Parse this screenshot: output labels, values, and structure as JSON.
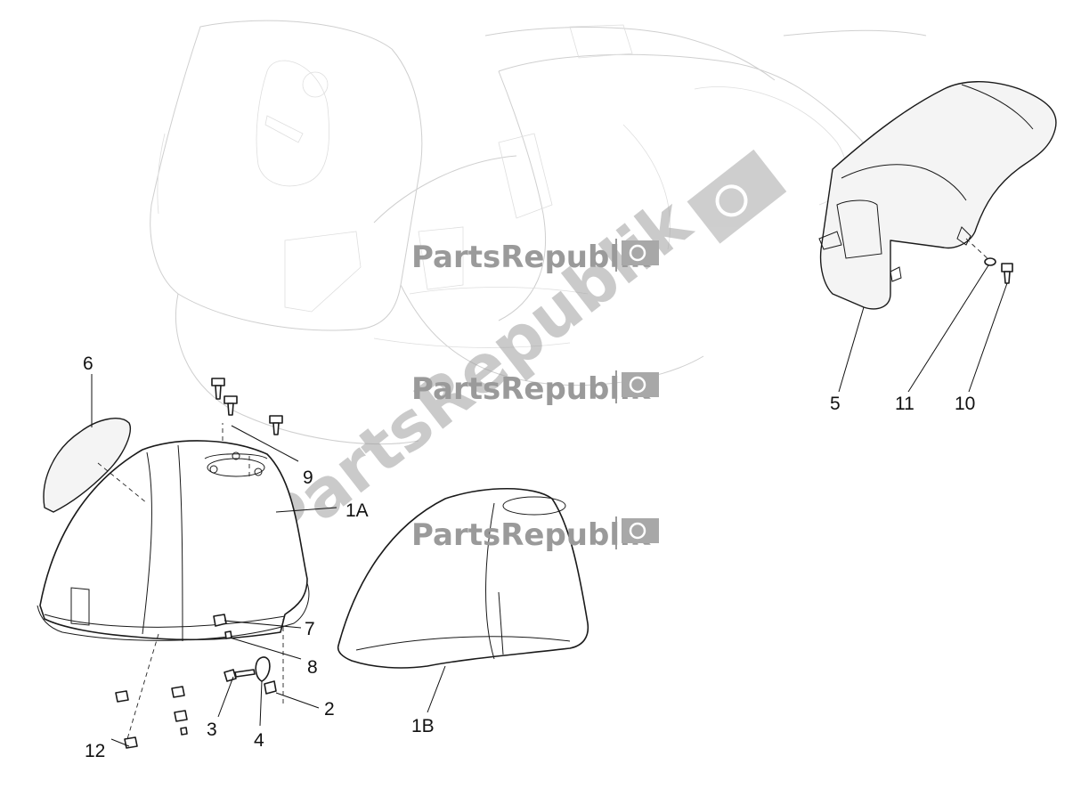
{
  "watermark": {
    "brand": "PartsRepublik"
  },
  "callouts": {
    "c1A": "1A",
    "c1B": "1B",
    "c2": "2",
    "c3": "3",
    "c4": "4",
    "c5": "5",
    "c6": "6",
    "c7": "7",
    "c8": "8",
    "c9": "9",
    "c10": "10",
    "c11": "11",
    "c12": "12"
  },
  "icons": {
    "watermark_logo": "gear-flag-icon"
  },
  "colors": {
    "line": "#1a1a1a",
    "ghost": "#cfcfcf",
    "watermark": "#9a9a9a"
  }
}
